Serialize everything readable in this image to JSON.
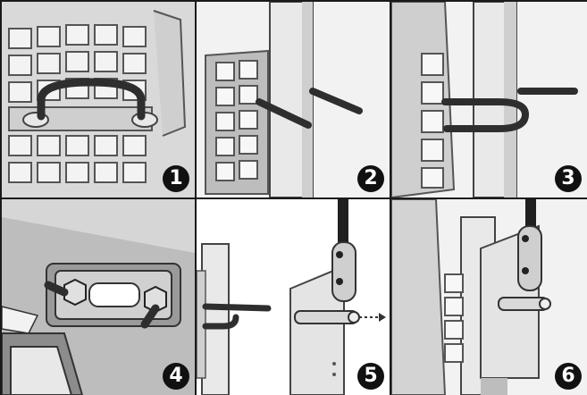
{
  "steps": [
    {
      "number": "1"
    },
    {
      "number": "2"
    },
    {
      "number": "3"
    },
    {
      "number": "4"
    },
    {
      "number": "5"
    },
    {
      "number": "6"
    }
  ],
  "colors": {
    "ink": "#111111",
    "panel_bg": "#e6e6e6",
    "metal_light": "#f2f2f2",
    "metal_mid": "#c8c8c8",
    "metal_dark": "#8a8a8a",
    "rod": "#3a3a3a"
  }
}
